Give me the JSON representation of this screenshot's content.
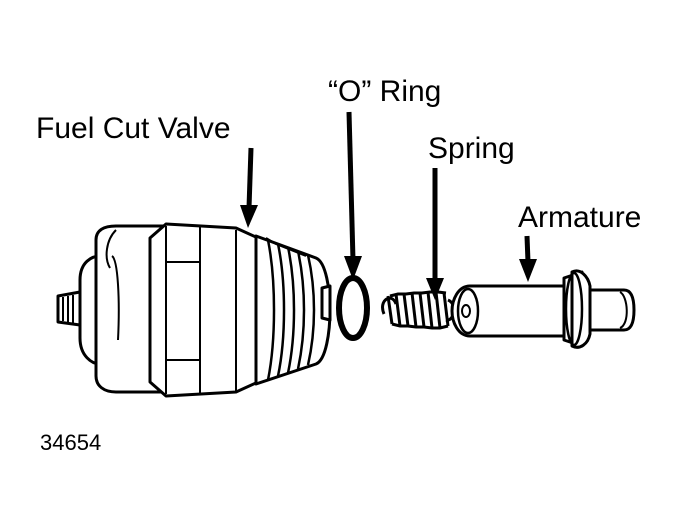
{
  "labels": {
    "fuel_cut_valve": "Fuel Cut Valve",
    "o_ring": "“O” Ring",
    "spring": "Spring",
    "armature": "Armature"
  },
  "figure_number": "34654"
}
